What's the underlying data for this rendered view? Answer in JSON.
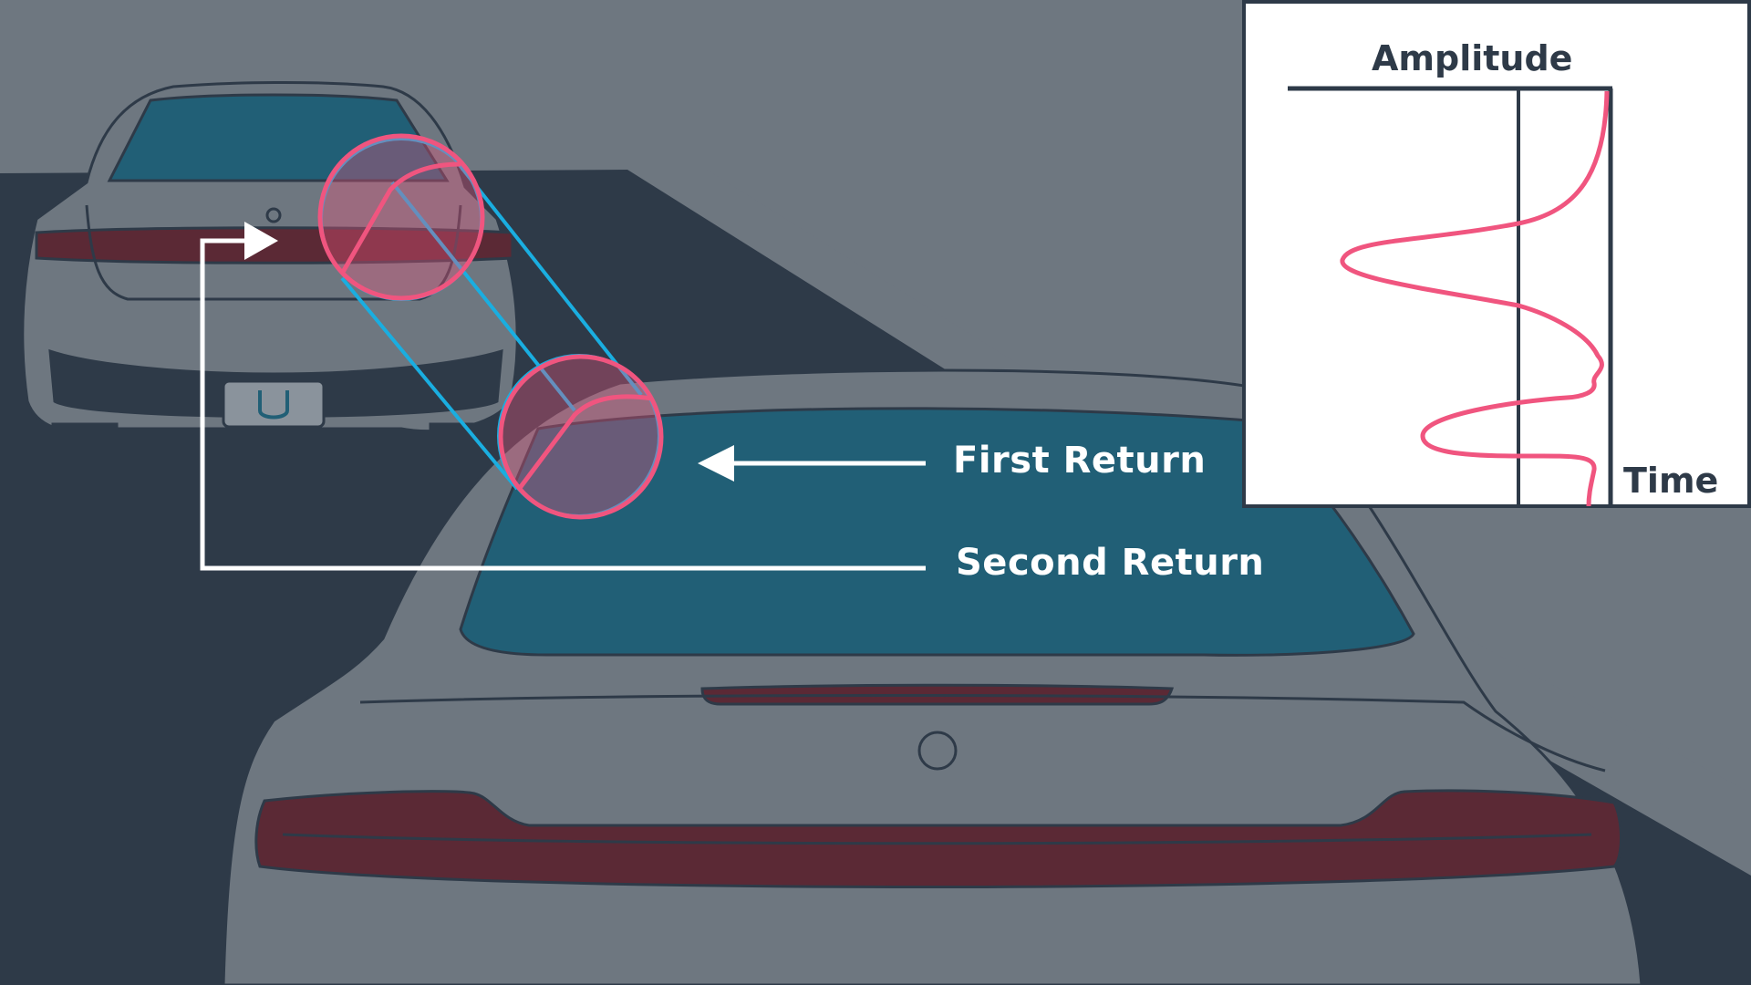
{
  "labels": {
    "first_return": "First Return",
    "second_return": "Second Return"
  },
  "inset": {
    "y_label": "Amplitude",
    "x_label": "Time",
    "series_color": "#f0557f"
  },
  "colors": {
    "sky": "#6e7780",
    "road": "#2e3a48",
    "car_body": "#6e7780",
    "glass": "#215f76",
    "taillight": "#5b2935",
    "laser_beam": "#1aaee0",
    "footprint": "#f0557f",
    "arrow": "#ffffff"
  },
  "icons": {
    "logo": "udacity-logo-icon"
  }
}
